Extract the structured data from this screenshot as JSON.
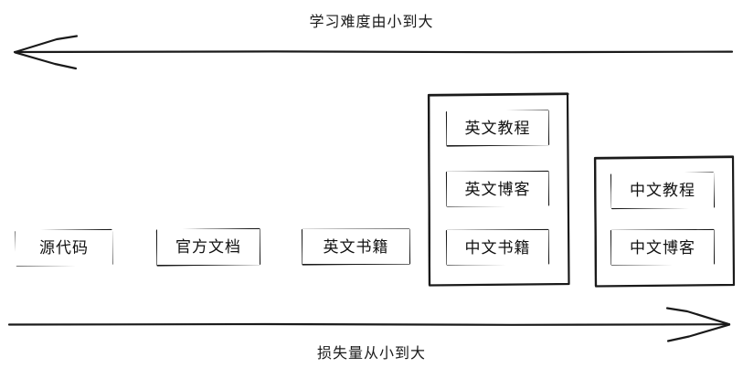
{
  "diagram": {
    "title_top": "学习难度由小到大",
    "title_bottom": "损失量从小到大",
    "top_arrow_direction": "left",
    "bottom_arrow_direction": "right",
    "stroke_color": "#1a1a1a",
    "background_color": "#ffffff",
    "groups": [
      {
        "name": "source-code",
        "boxed": false,
        "items": [
          {
            "label": "源代码"
          }
        ]
      },
      {
        "name": "official-docs",
        "boxed": false,
        "items": [
          {
            "label": "官方文档"
          }
        ]
      },
      {
        "name": "english-books",
        "boxed": false,
        "items": [
          {
            "label": "英文书籍"
          }
        ]
      },
      {
        "name": "english-tutorials-blogs-chinese-books",
        "boxed": true,
        "items": [
          {
            "label": "英文教程"
          },
          {
            "label": "英文博客"
          },
          {
            "label": "中文书籍"
          }
        ]
      },
      {
        "name": "chinese-tutorials-blogs",
        "boxed": true,
        "items": [
          {
            "label": "中文教程"
          },
          {
            "label": "中文博客"
          }
        ]
      }
    ]
  }
}
